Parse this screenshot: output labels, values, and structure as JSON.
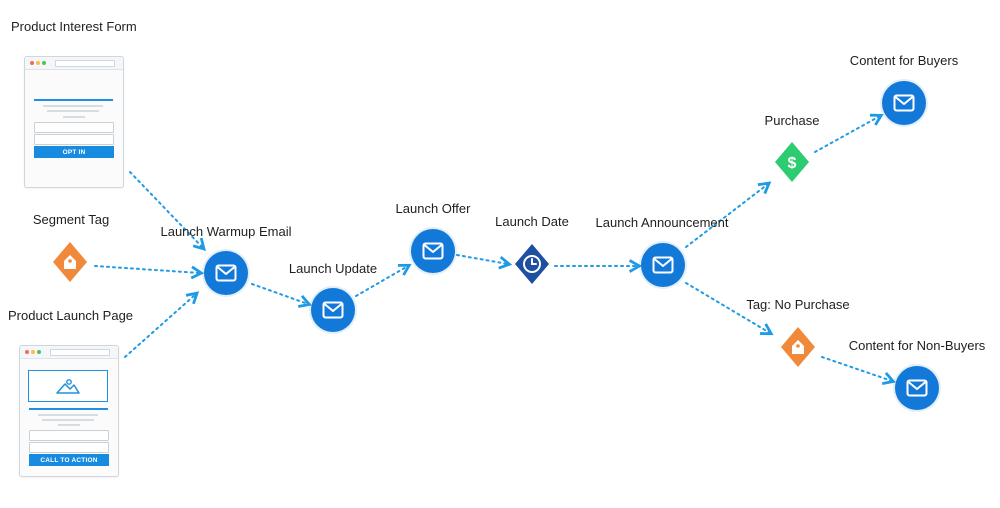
{
  "diagram": {
    "labels": {
      "product_interest_form": "Product Interest Form",
      "segment_tag": "Segment Tag",
      "product_launch_page": "Product Launch Page",
      "launch_warmup_email": "Launch Warmup Email",
      "launch_update": "Launch Update",
      "launch_offer": "Launch Offer",
      "launch_date": "Launch Date",
      "launch_announcement": "Launch Announcement",
      "purchase": "Purchase",
      "content_for_buyers": "Content for Buyers",
      "tag_no_purchase": "Tag: No Purchase",
      "content_for_non_buyers": "Content for Non-Buyers"
    },
    "mockups": {
      "opt_in_button": "OPT IN",
      "call_to_action_button": "CALL TO ACTION"
    },
    "icons": {
      "email": "envelope-icon",
      "tag": "tag-icon",
      "timer": "clock-icon",
      "purchase": "dollar-icon"
    },
    "colors": {
      "email_blue": "#1379d8",
      "tag_orange": "#f0893a",
      "timer_navy": "#1e4fa0",
      "purchase_green": "#2ecc71",
      "connector": "#1f9be6"
    }
  }
}
